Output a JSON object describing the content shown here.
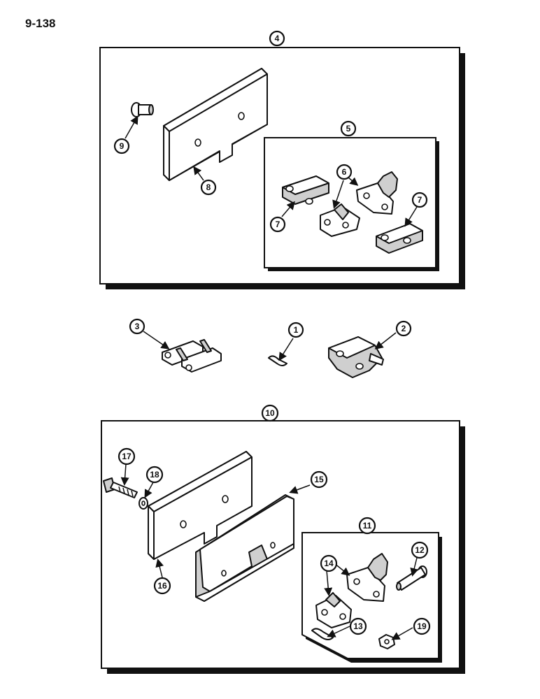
{
  "page": {
    "number": "9-138"
  },
  "callouts": {
    "c1": "1",
    "c2": "2",
    "c3": "3",
    "c4": "4",
    "c5": "5",
    "c6": "6",
    "c7a": "7",
    "c7b": "7",
    "c8": "8",
    "c9": "9",
    "c10": "10",
    "c11": "11",
    "c12": "12",
    "c13": "13",
    "c14": "14",
    "c15": "15",
    "c16": "16",
    "c17": "17",
    "c18": "18",
    "c19": "19"
  }
}
